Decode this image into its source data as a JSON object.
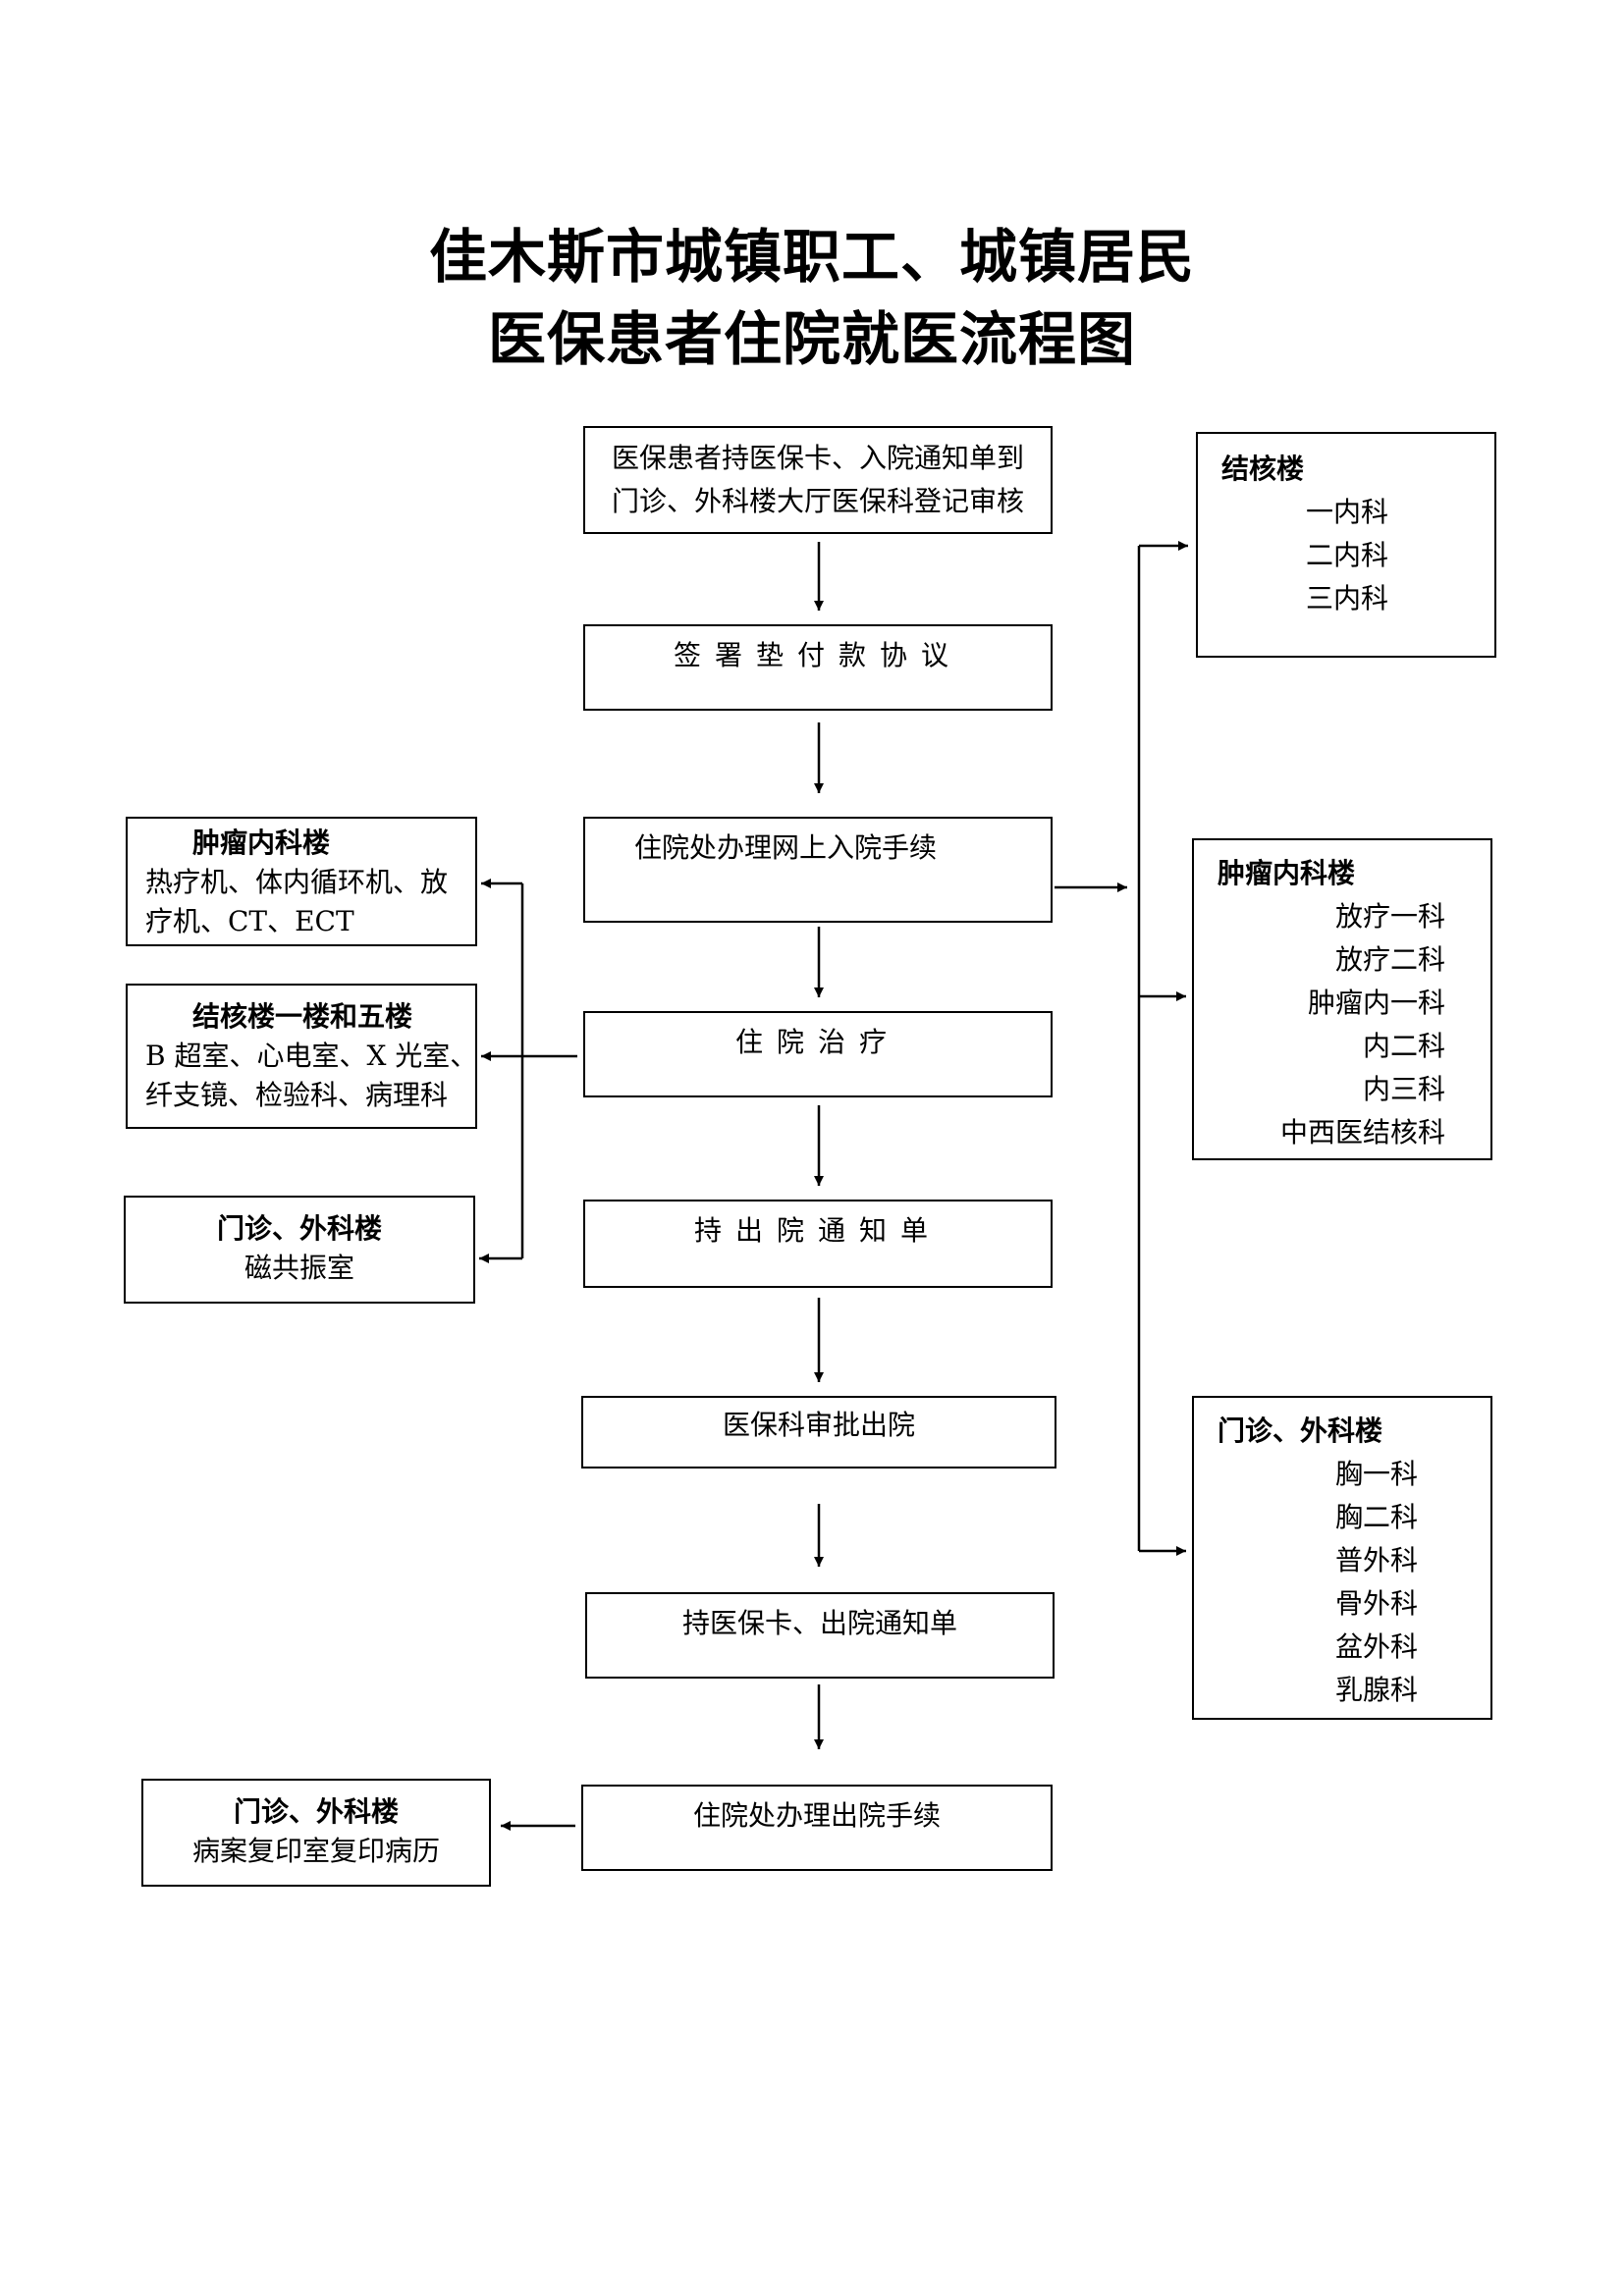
{
  "title": {
    "line1": "佳木斯市城镇职工、城镇居民",
    "line2": "医保患者住院就医流程图"
  },
  "flow": {
    "step1": [
      "医保患者持医保卡、入院通知单到",
      "门诊、外科楼大厅医保科登记审核"
    ],
    "step2": "签署垫付款协议",
    "step3": "住院处办理网上入院手续",
    "step4": "住院治疗",
    "step5": "持出院通知单",
    "step6": "医保科审批出院",
    "step7": "持医保卡、出院通知单",
    "step8": "住院处办理出院手续"
  },
  "left": {
    "tumor_building": {
      "title": "肿瘤内科楼",
      "lines": [
        "热疗机、体内循环机、放",
        "疗机、CT、ECT"
      ]
    },
    "tb_building": {
      "title": "结核楼一楼和五楼",
      "lines": [
        "B 超室、心电室、X 光室、",
        "纤支镜、检验科、病理科"
      ]
    },
    "outpatient_mri": {
      "title": "门诊、外科楼",
      "lines": [
        "磁共振室"
      ]
    },
    "outpatient_records": {
      "title": "门诊、外科楼",
      "lines": [
        "病案复印室复印病历"
      ]
    }
  },
  "right": {
    "tb_building": {
      "title": "结核楼",
      "items": [
        "一内科",
        "二内科",
        "三内科"
      ]
    },
    "tumor_building": {
      "title": "肿瘤内科楼",
      "items": [
        "放疗一科",
        "放疗二科",
        "肿瘤内一科",
        "内二科",
        "内三科",
        "中西医结核科"
      ]
    },
    "outpatient_surgery": {
      "title": "门诊、外科楼",
      "items": [
        "胸一科",
        "胸二科",
        "普外科",
        "骨外科",
        "盆外科",
        "乳腺科"
      ]
    }
  }
}
